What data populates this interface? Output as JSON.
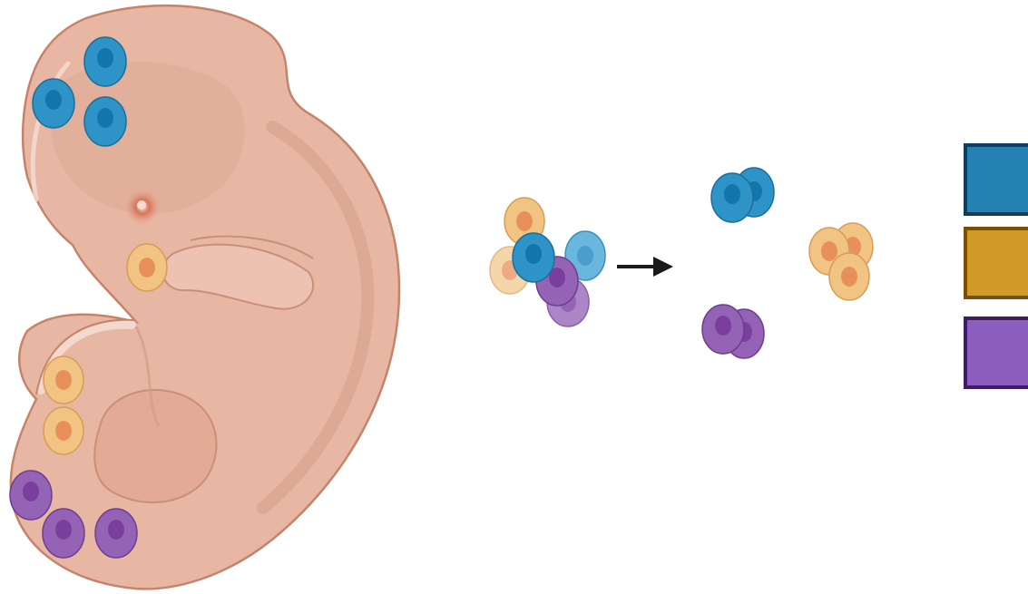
{
  "colors": {
    "background": "#ffffff",
    "embryo_fill": "#e8b7a4",
    "embryo_outline": "#c7836a",
    "blue_cell": "#2e93c7",
    "blue_nucleus": "#1275ab",
    "orange_cell": "#f2c484",
    "orange_nucleus": "#e8905a",
    "purple_cell": "#9563b5",
    "purple_nucleus": "#7a3f9d",
    "legend_blue": "#2580b3",
    "legend_orange": "#cf9a26",
    "legend_purple": "#8c5ec0"
  },
  "icons": {
    "embryo": "embryo-illustration",
    "cell": "cell-icon",
    "arrow": "right-arrow-icon"
  },
  "legend": {
    "swatches": [
      {
        "name": "blue",
        "color": "#2580b3"
      },
      {
        "name": "orange",
        "color": "#cf9a26"
      },
      {
        "name": "purple",
        "color": "#8c5ec0"
      }
    ]
  }
}
